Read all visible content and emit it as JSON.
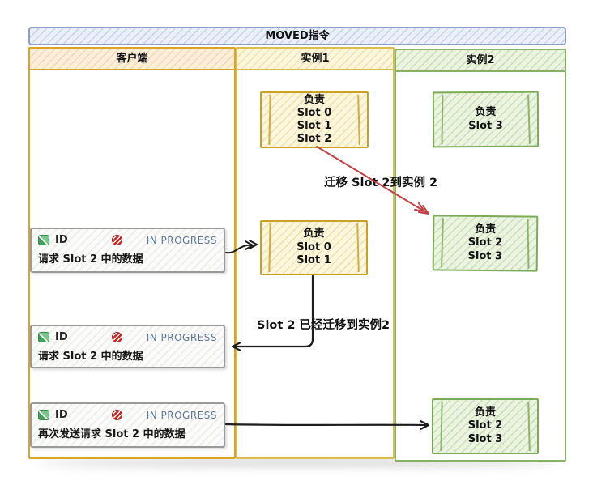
{
  "title": "MOVED指令",
  "columns": {
    "client": {
      "label": "客户端"
    },
    "inst1": {
      "label": "实例1"
    },
    "inst2": {
      "label": "实例2"
    }
  },
  "nodes": {
    "inst1_top": {
      "lines": [
        "负责",
        "Slot 0",
        "Slot 1",
        "Slot 2"
      ]
    },
    "inst2_top": {
      "lines": [
        "负责",
        "Slot 3"
      ]
    },
    "inst1_mid": {
      "lines": [
        "负责",
        "Slot 0",
        "Slot 1"
      ]
    },
    "inst2_mid": {
      "lines": [
        "负责",
        "Slot 2",
        "Slot 3"
      ]
    },
    "inst2_bottom": {
      "lines": [
        "负责",
        "Slot 2",
        "Slot 3"
      ]
    }
  },
  "cards": [
    {
      "id_label": "ID",
      "status": "IN PROGRESS",
      "text": "请求 Slot 2 中的数据"
    },
    {
      "id_label": "ID",
      "status": "IN PROGRESS",
      "text": "请求 Slot 2 中的数据"
    },
    {
      "id_label": "ID",
      "status": "IN PROGRESS",
      "text": "再次发送请求 Slot 2 中的数据"
    }
  ],
  "labels": {
    "migrate": "迁移 Slot 2到实例 2",
    "moved": "Slot 2 已经迁移到实例2"
  },
  "colors": {
    "title_border": "#8b9fc9",
    "client_border": "#d9a427",
    "inst1_border": "#debb4e",
    "inst2_border": "#86b363",
    "node_yellow_border": "#c9a127",
    "node_green_border": "#7cab57",
    "card_border": "#9a9a9a",
    "status_text": "#5f7898",
    "migrate_arrow": "#bf4146",
    "flow_arrow": "#1c1c1c",
    "task_icon_green": "#3fa45b",
    "blocked_icon_red": "#c92a2a"
  }
}
